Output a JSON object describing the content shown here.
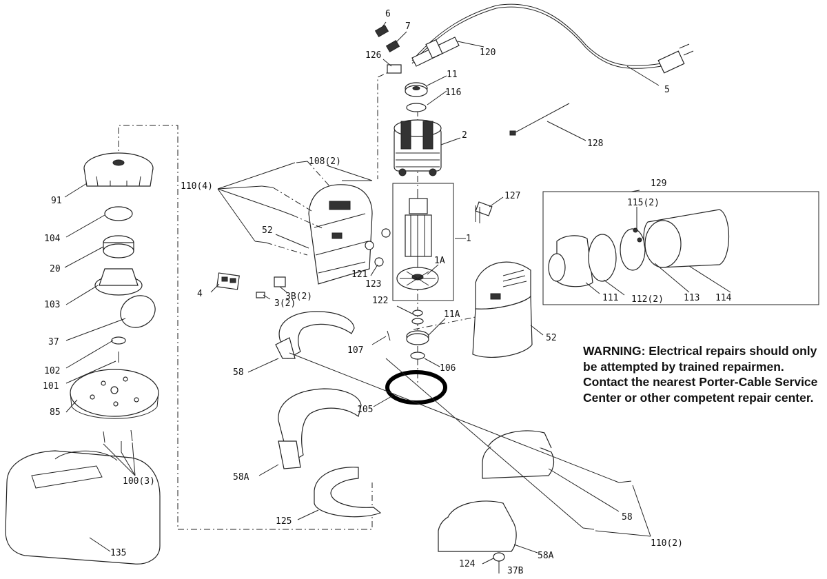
{
  "warning": "WARNING: Electrical repairs should only be attempted by trained repairmen. Contact the nearest Porter-Cable Service Center or other competent repair center.",
  "labels": {
    "p6": "6",
    "p7": "7",
    "p126": "126",
    "p120": "120",
    "p5": "5",
    "p11": "11",
    "p116": "116",
    "p2": "2",
    "p128": "128",
    "p91": "91",
    "p108": "108(2)",
    "p110a": "110(4)",
    "p129": "129",
    "p115": "115(2)",
    "p127": "127",
    "p52a": "52",
    "p1": "1",
    "p104": "104",
    "p20": "20",
    "p1a": "1A",
    "p121": "121",
    "p123": "123",
    "p4": "4",
    "p3b": "3B(2)",
    "p3": "3(2)",
    "p103": "103",
    "p111": "111",
    "p112": "112(2)",
    "p113": "113",
    "p114": "114",
    "p122": "122",
    "p11a": "11A",
    "p52b": "52",
    "p37": "37",
    "p107": "107",
    "p102": "102",
    "p106": "106",
    "p101": "101",
    "p58a": "58",
    "p85": "85",
    "p105": "105",
    "p100": "100(3)",
    "p58aa": "58A",
    "p58b": "58",
    "p125": "125",
    "p110b": "110(2)",
    "p135": "135",
    "p58ab": "58A",
    "p124": "124",
    "p37b": "37B"
  }
}
